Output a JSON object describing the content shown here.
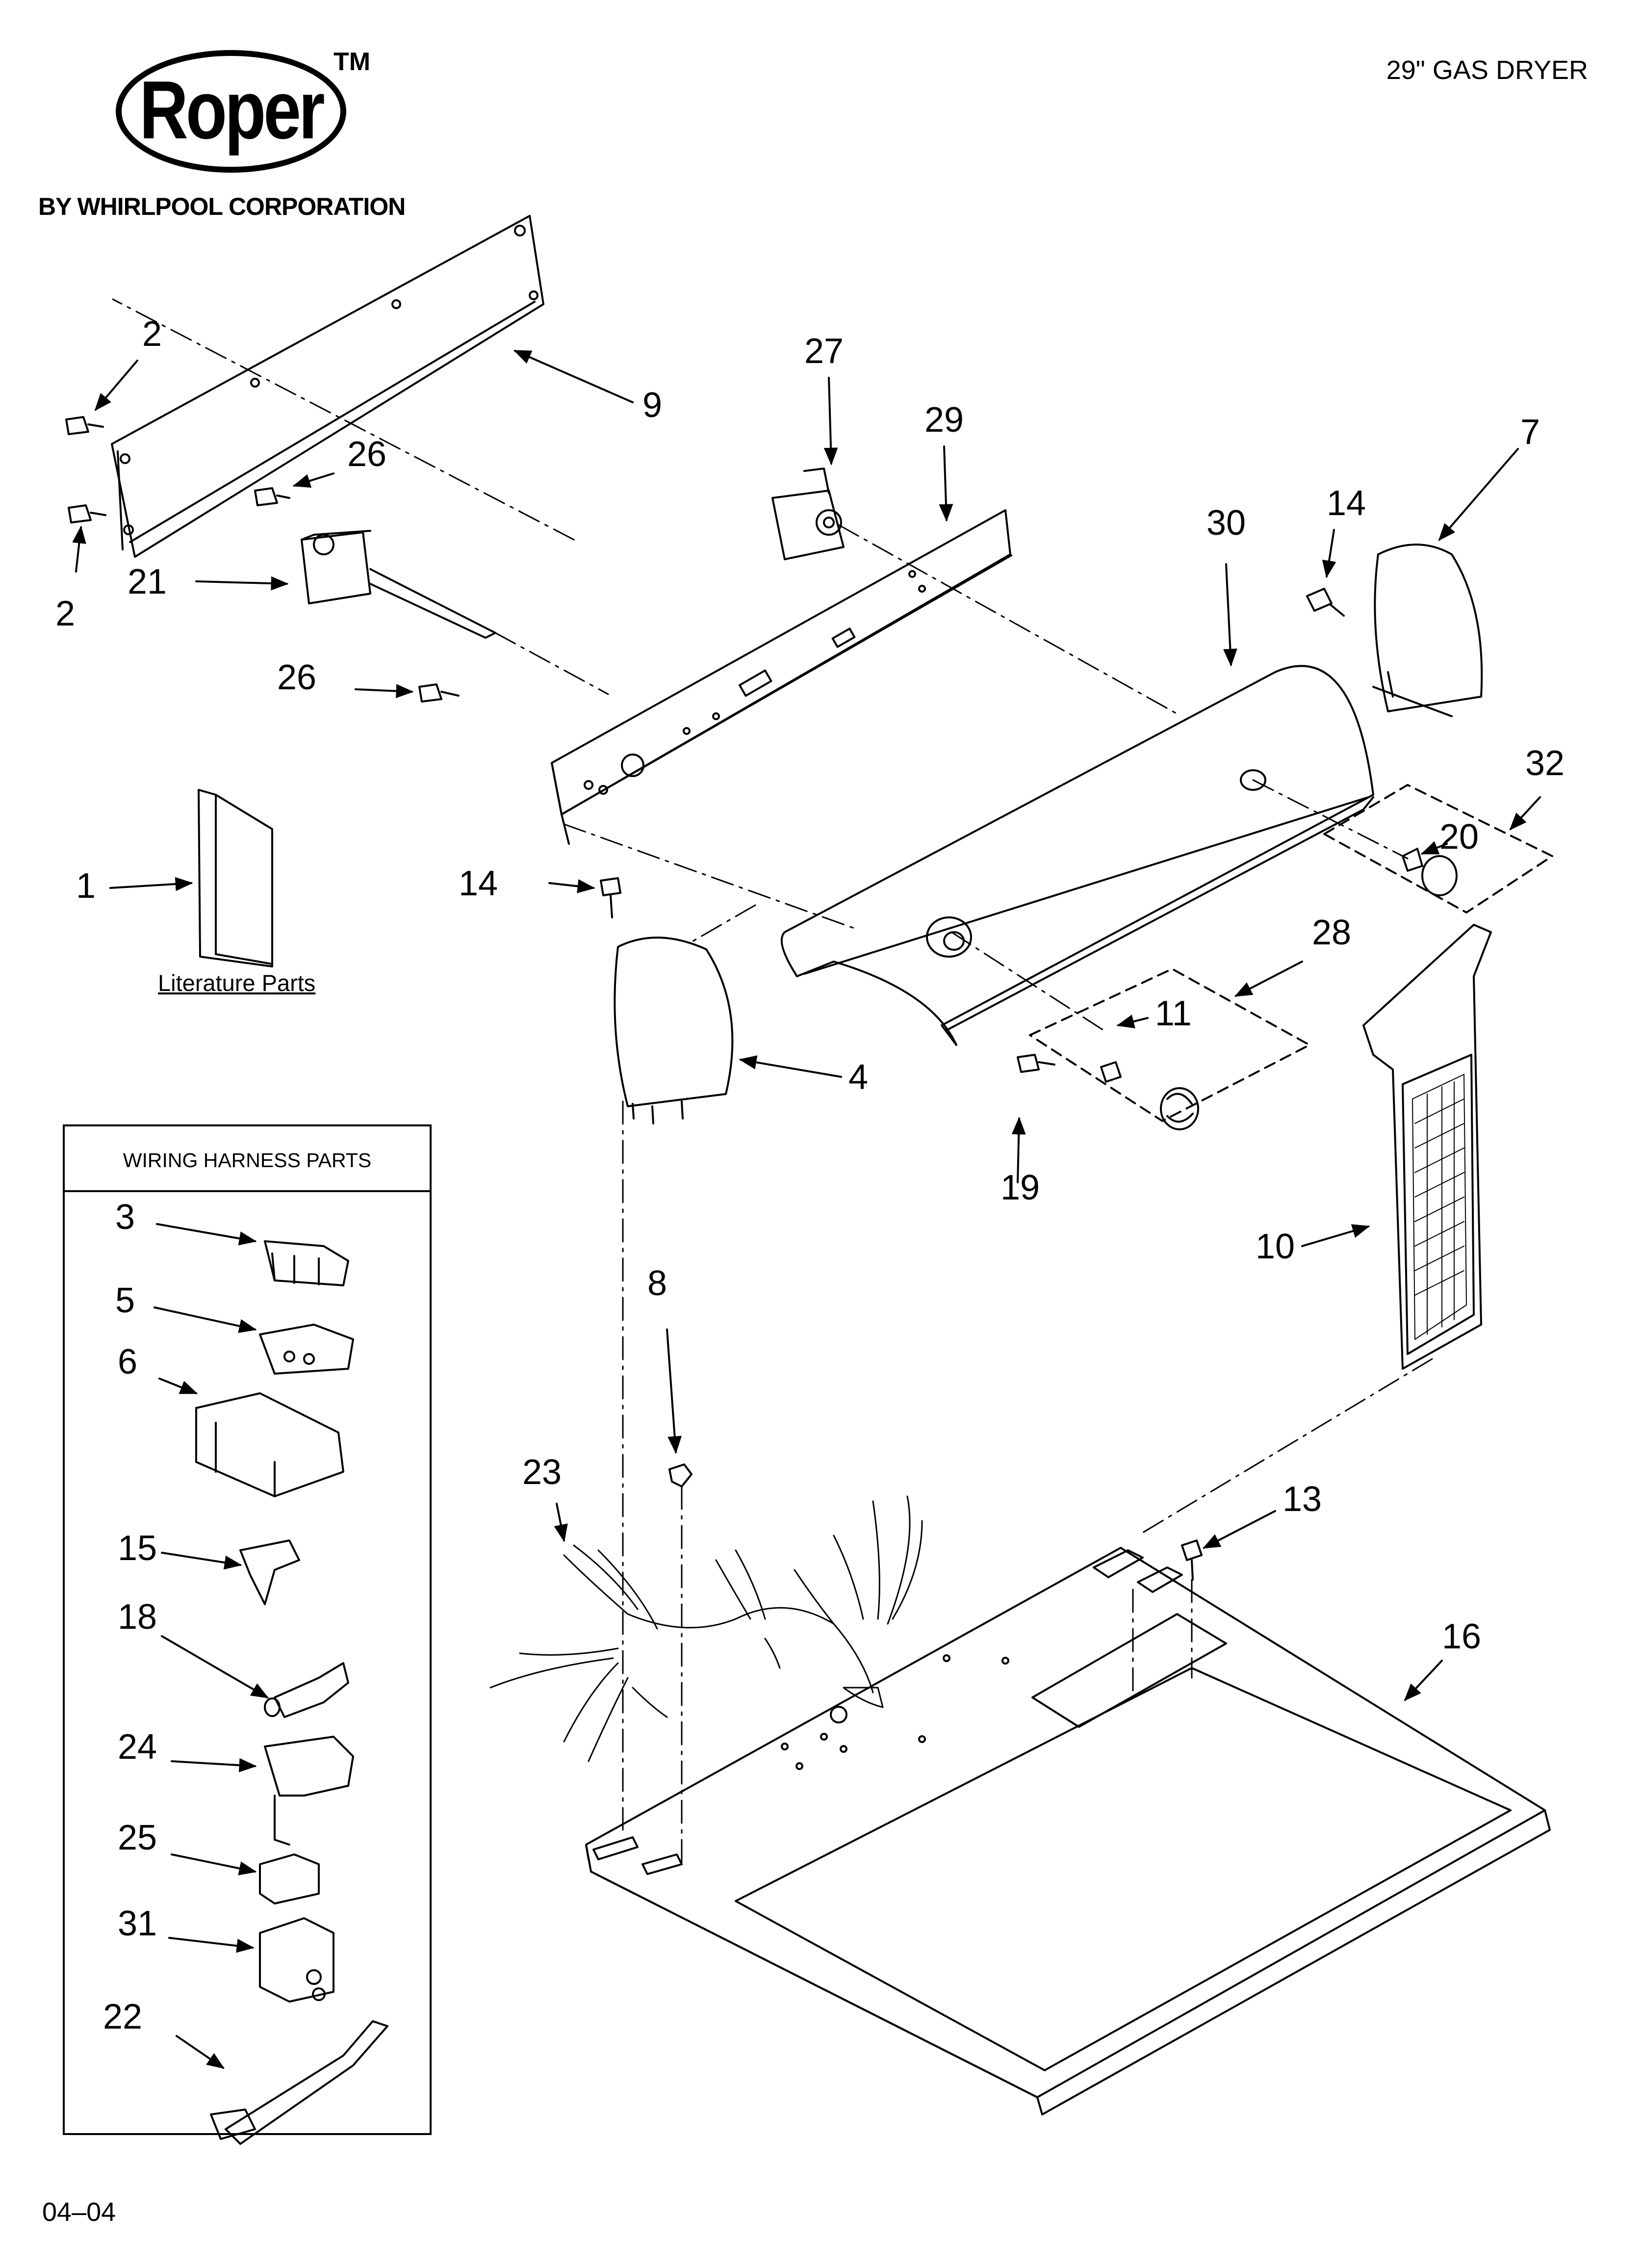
{
  "brand": {
    "logo": "Roper",
    "trademark": "TM",
    "byline": "BY WHIRLPOOL CORPORATION"
  },
  "model": "29\" GAS DRYER",
  "date_code": "04–04",
  "harness_box_title": "WIRING HARNESS PARTS",
  "literature_label": "Literature Parts",
  "callouts": [
    {
      "id": "c2a",
      "label": "2"
    },
    {
      "id": "c9",
      "label": "9"
    },
    {
      "id": "c26a",
      "label": "26"
    },
    {
      "id": "c2b",
      "label": "2"
    },
    {
      "id": "c21",
      "label": "21"
    },
    {
      "id": "c26b",
      "label": "26"
    },
    {
      "id": "c27",
      "label": "27"
    },
    {
      "id": "c29",
      "label": "29"
    },
    {
      "id": "c30",
      "label": "30"
    },
    {
      "id": "c14a",
      "label": "14"
    },
    {
      "id": "c7",
      "label": "7"
    },
    {
      "id": "c32",
      "label": "32"
    },
    {
      "id": "c20",
      "label": "20"
    },
    {
      "id": "c1",
      "label": "1"
    },
    {
      "id": "c14b",
      "label": "14"
    },
    {
      "id": "c28",
      "label": "28"
    },
    {
      "id": "c11",
      "label": "11"
    },
    {
      "id": "c4",
      "label": "4"
    },
    {
      "id": "c19",
      "label": "19"
    },
    {
      "id": "c10",
      "label": "10"
    },
    {
      "id": "c8",
      "label": "8"
    },
    {
      "id": "c23",
      "label": "23"
    },
    {
      "id": "c13",
      "label": "13"
    },
    {
      "id": "c16",
      "label": "16"
    },
    {
      "id": "c3",
      "label": "3"
    },
    {
      "id": "c5",
      "label": "5"
    },
    {
      "id": "c6",
      "label": "6"
    },
    {
      "id": "c15",
      "label": "15"
    },
    {
      "id": "c18",
      "label": "18"
    },
    {
      "id": "c24",
      "label": "24"
    },
    {
      "id": "c25",
      "label": "25"
    },
    {
      "id": "c31",
      "label": "31"
    },
    {
      "id": "c22",
      "label": "22"
    }
  ]
}
